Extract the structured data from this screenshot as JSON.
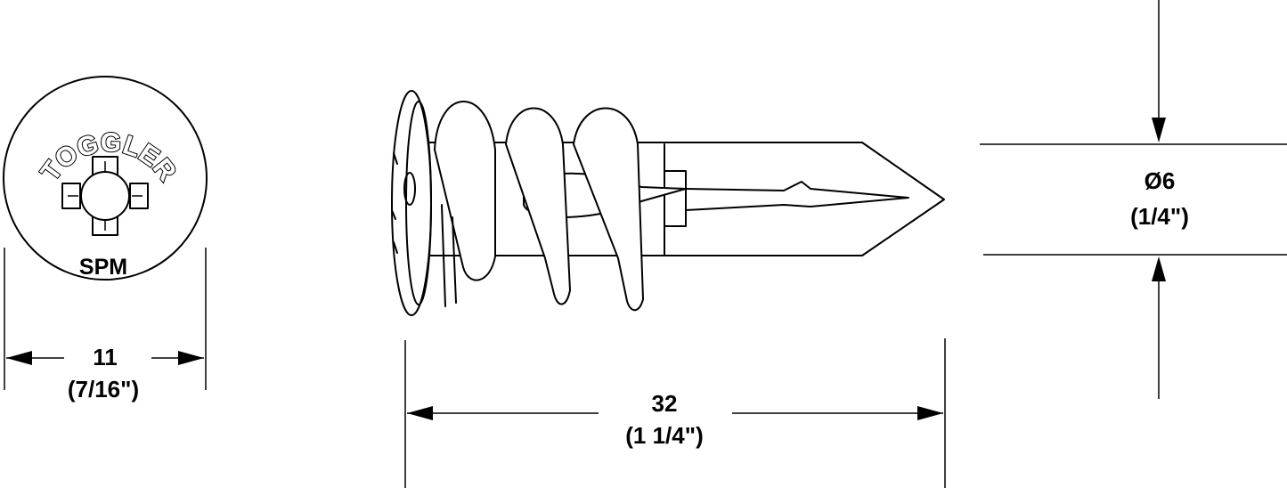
{
  "head_view": {
    "brand": "TOGGLER",
    "model": "SPM",
    "width_metric": "11",
    "width_imperial": "(7/16\")"
  },
  "side_view": {
    "length_metric": "32",
    "length_imperial": "(1 1/4\")",
    "diameter_metric": "Ø6",
    "diameter_imperial": "(1/4\")"
  }
}
